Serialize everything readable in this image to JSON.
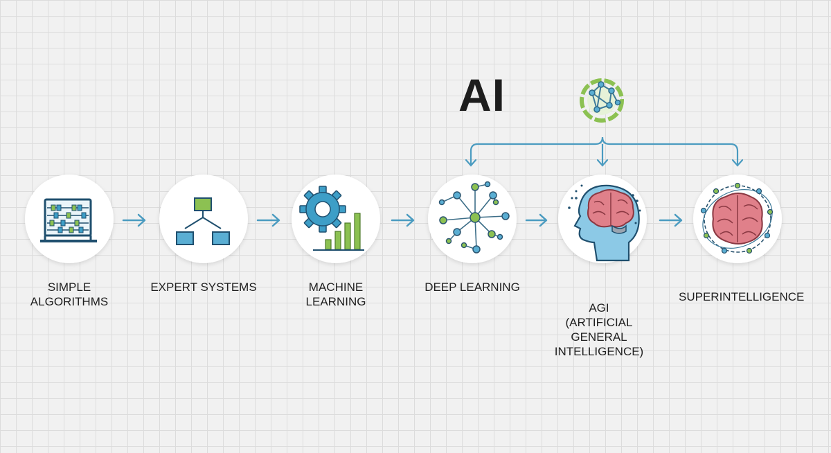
{
  "title": "AI",
  "stages": [
    {
      "label": "SIMPLE\nALGORITHMS",
      "icon": "abacus-icon"
    },
    {
      "label": "EXPERT SYSTEMS",
      "icon": "flowchart-icon"
    },
    {
      "label": "MACHINE LEARNING",
      "icon": "gear-chart-icon"
    },
    {
      "label": "DEEP LEARNING",
      "icon": "neural-network-icon"
    },
    {
      "label": "AGI\n(ARTIFICIAL\nGENERAL INTELLIGENCE)",
      "icon": "head-brain-icon"
    },
    {
      "label": "SUPERINTELLIGENCE",
      "icon": "orbit-brain-icon"
    }
  ],
  "colors": {
    "accent_blue": "#3d9ec7",
    "accent_green": "#8cc152",
    "arrow": "#4a9bc0",
    "brain_pink": "#e0808a",
    "text": "#1f1f1f"
  }
}
